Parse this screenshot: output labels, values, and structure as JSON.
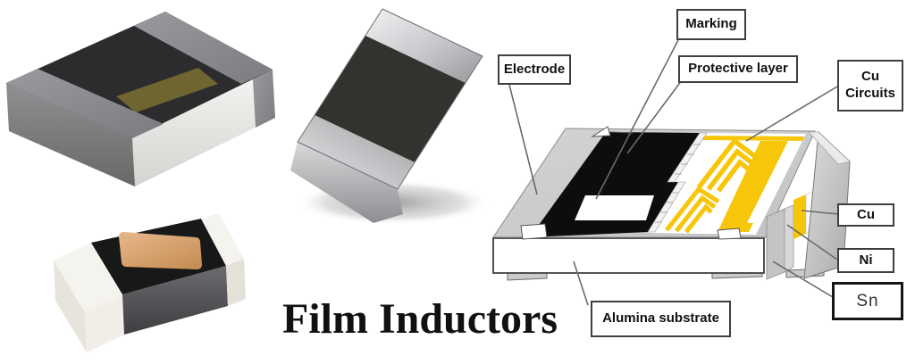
{
  "title": "Film Inductors",
  "diagram": {
    "labels": {
      "electrode": "Electrode",
      "marking": "Marking",
      "protective_layer": "Protective layer",
      "cu_circuits": "Cu Circuits",
      "cu": "Cu",
      "ni": "Ni",
      "sn": "Sn",
      "alumina_substrate": "Alumina substrate"
    }
  },
  "colors": {
    "circuit_yellow": "#F7C608",
    "protective_black": "#0d0d0d",
    "electrode_gray": "#cbcbcd",
    "substrate_white": "#ffffff",
    "marking_olive": "#6e6530",
    "marking_tan": "#d5a273",
    "connector_line": "#6a6a6a",
    "title_black": "#111111"
  },
  "photos": {
    "top_left": "chip-inductor-olive-marking",
    "top_middle": "chip-inductor-metallic-terminals",
    "bottom_left": "chip-inductor-tan-marking"
  }
}
